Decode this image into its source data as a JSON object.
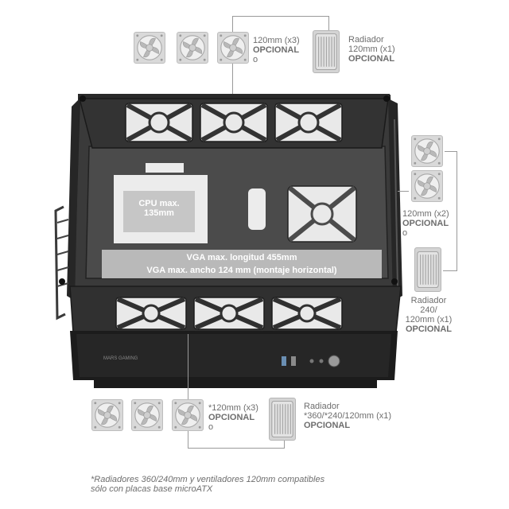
{
  "labels": {
    "top_fans_size": "120mm (x3)",
    "top_fans_optional": "OPCIONAL",
    "top_or": "o",
    "top_radiator_title": "Radiador",
    "top_radiator_size": "120mm (x1)",
    "top_radiator_optional": "OPCIONAL",
    "side_fans_size": "120mm (x2)",
    "side_fans_optional": "OPCIONAL",
    "side_or": "o",
    "side_radiator_title": "Radiador",
    "side_radiator_size_1": "240/",
    "side_radiator_size_2": "120mm (x1)",
    "side_radiator_optional": "OPCIONAL",
    "bottom_fans_size": "*120mm (x3)",
    "bottom_fans_optional": "OPCIONAL",
    "bottom_or": "o",
    "bottom_radiator_title": "Radiador",
    "bottom_radiator_size": "*360/*240/120mm (x1)",
    "bottom_radiator_optional": "OPCIONAL",
    "cpu_line1": "CPU max.",
    "cpu_line2": "135mm",
    "vga_line1": "VGA max. longitud 455mm",
    "vga_line2": "VGA max. ancho 124 mm (montaje horizontal)",
    "footnote_line1": "*Radiadores 360/240mm y ventiladores 120mm compatibles",
    "footnote_line2": "sólo con placas base microATX",
    "brand_text": "MARS GAMING"
  },
  "icons": {
    "fan": "fan-icon",
    "radiator": "radiator-icon"
  },
  "colors": {
    "icon_fill": "#d9d9d9",
    "case_body": "#2b2b2b",
    "label_text": "#6e6e6e"
  }
}
